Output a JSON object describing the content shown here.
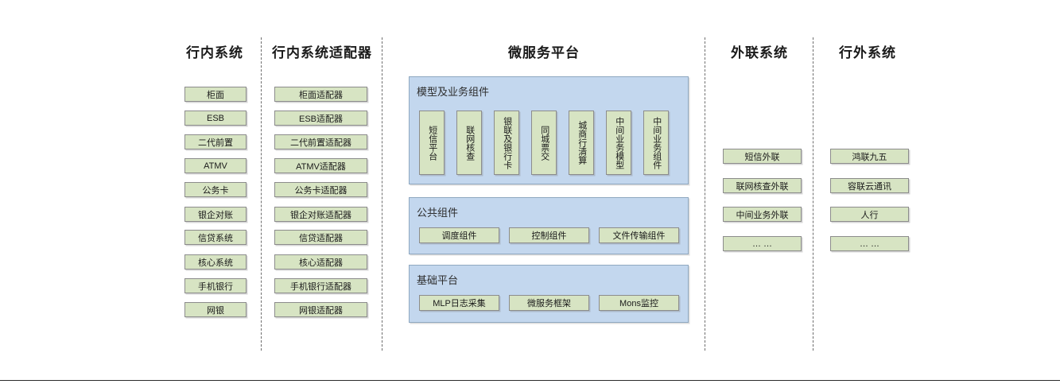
{
  "columns": [
    {
      "title": "行内系统"
    },
    {
      "title": "行内系统适配器"
    },
    {
      "title": "微服务平台"
    },
    {
      "title": "外联系统"
    },
    {
      "title": "行外系统"
    }
  ],
  "in_bank_systems": [
    {
      "label": "柜面"
    },
    {
      "label": "ESB"
    },
    {
      "label": "二代前置"
    },
    {
      "label": "ATMV"
    },
    {
      "label": "公务卡"
    },
    {
      "label": "银企对账"
    },
    {
      "label": "信贷系统"
    },
    {
      "label": "核心系统"
    },
    {
      "label": "手机银行"
    },
    {
      "label": "网银"
    }
  ],
  "adapters": [
    {
      "label": "柜面适配器"
    },
    {
      "label": "ESB适配器"
    },
    {
      "label": "二代前置适配器"
    },
    {
      "label": "ATMV适配器"
    },
    {
      "label": "公务卡适配器"
    },
    {
      "label": "银企对账适配器"
    },
    {
      "label": "信贷适配器"
    },
    {
      "label": "核心适配器"
    },
    {
      "label": "手机银行适配器"
    },
    {
      "label": "网银适配器"
    }
  ],
  "platform": {
    "model_panel": {
      "title": "模型及业务组件",
      "items": [
        {
          "label": "短信平台"
        },
        {
          "label": "联网核查"
        },
        {
          "label": "银联及银行卡"
        },
        {
          "label": "同城票交"
        },
        {
          "label": "城商行清算"
        },
        {
          "label": "中间业务模型"
        },
        {
          "label": "中间业务组件"
        }
      ]
    },
    "common_panel": {
      "title": "公共组件",
      "items": [
        {
          "label": "调度组件"
        },
        {
          "label": "控制组件"
        },
        {
          "label": "文件传输组件"
        }
      ]
    },
    "base_panel": {
      "title": "基础平台",
      "items": [
        {
          "label": "MLP日志采集"
        },
        {
          "label": "微服务框架"
        },
        {
          "label": "Mons监控"
        }
      ]
    }
  },
  "external_link_systems": [
    {
      "label": "短信外联"
    },
    {
      "label": "联网核查外联"
    },
    {
      "label": "中间业务外联"
    },
    {
      "label": "… …"
    }
  ],
  "outside_bank_systems": [
    {
      "label": "鸿联九五"
    },
    {
      "label": "容联云通讯"
    },
    {
      "label": "人行"
    },
    {
      "label": "… …"
    }
  ],
  "colors": {
    "node_fill": "#d7e4c3",
    "node_border": "#8c8c8c",
    "panel_fill": "#c3d7ee",
    "panel_border": "#8fa8c0",
    "separator": "#6e6e6e",
    "text": "#1a1a1a"
  }
}
